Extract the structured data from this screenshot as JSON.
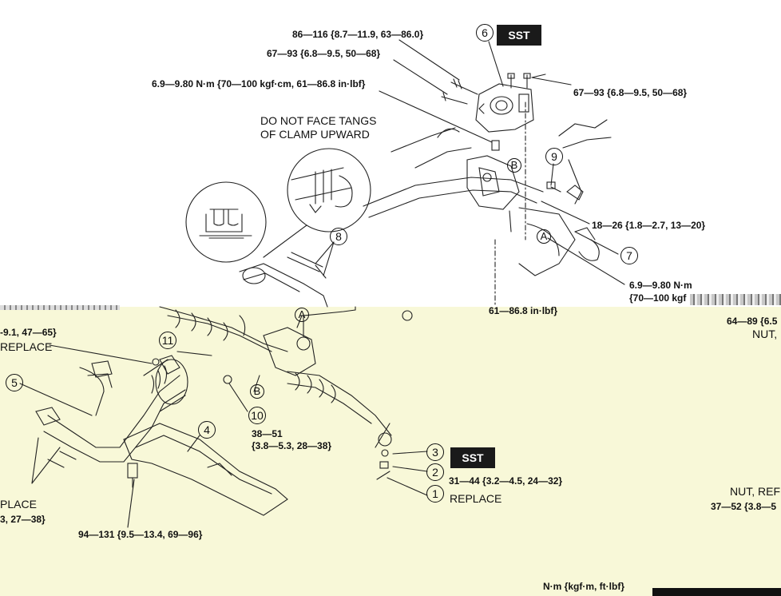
{
  "labels": {
    "torque_86_116": "86—116 {8.7—11.9, 63—86.0}",
    "torque_67_93_left": "67—93 {6.8—9.5, 50—68}",
    "torque_6_9_top": "6.9—9.80 N·m {70—100 kgf·cm, 61—86.8 in·lbf}",
    "torque_67_93_right": "67—93 {6.8—9.5, 50—68}",
    "note_line1": "DO NOT FACE TANGS",
    "note_line2": "OF CLAMP UPWARD",
    "torque_18_26": "18—26 {1.8—2.7, 13—20}",
    "torque_6_9_right_line1": "6.9—9.80 N·m",
    "torque_6_9_right_line2": "{70—100 kgf",
    "torque_61_86": "61—86.8 in·lbf}",
    "torque_left_9_1": "-9.1, 47—65}",
    "replace_left_top": "REPLACE",
    "torque_64_89": "64—89 {6.5",
    "nut_right_top": "NUT, ",
    "torque_38_51_line1": "38—51",
    "torque_38_51_line2": "{3.8—5.3, 28—38}",
    "torque_31_44": "31—44 {3.2—4.5, 24—32}",
    "replace_bottom": "REPLACE",
    "nut_ref": "NUT, REF",
    "torque_37_52": "37—52 {3.8—5",
    "replace_left_bottom": "PLACE",
    "torque_left_27_38": "3, 27—38}",
    "torque_94_131": "94—131 {9.5—13.4, 69—96}",
    "units": "N·m {kgf·m, ft·lbf}"
  },
  "sst": {
    "top": "SST",
    "bottom": "SST"
  },
  "callouts": {
    "c1": "1",
    "c2": "2",
    "c3": "3",
    "c4": "4",
    "c5": "5",
    "c6": "6",
    "c7": "7",
    "c8": "8",
    "c9": "9",
    "c10": "10",
    "c11": "11"
  },
  "letters": {
    "a_top": "A",
    "a_bottom": "A",
    "b_top": "B",
    "b_bottom": "B"
  }
}
